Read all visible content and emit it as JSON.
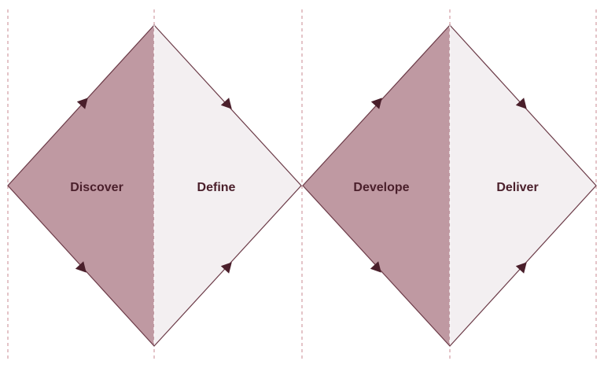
{
  "diagram": {
    "colors": {
      "discover_fill": "#bf99a2",
      "define_fill": "#f3eff1",
      "stroke": "#6b3a47",
      "arrow": "#4a1f2b",
      "label": "#4a1f2b",
      "guide": "#c98a92"
    },
    "phases": [
      {
        "label": "Discover"
      },
      {
        "label": "Define"
      },
      {
        "label": "Develope"
      },
      {
        "label": "Deliver"
      }
    ]
  }
}
